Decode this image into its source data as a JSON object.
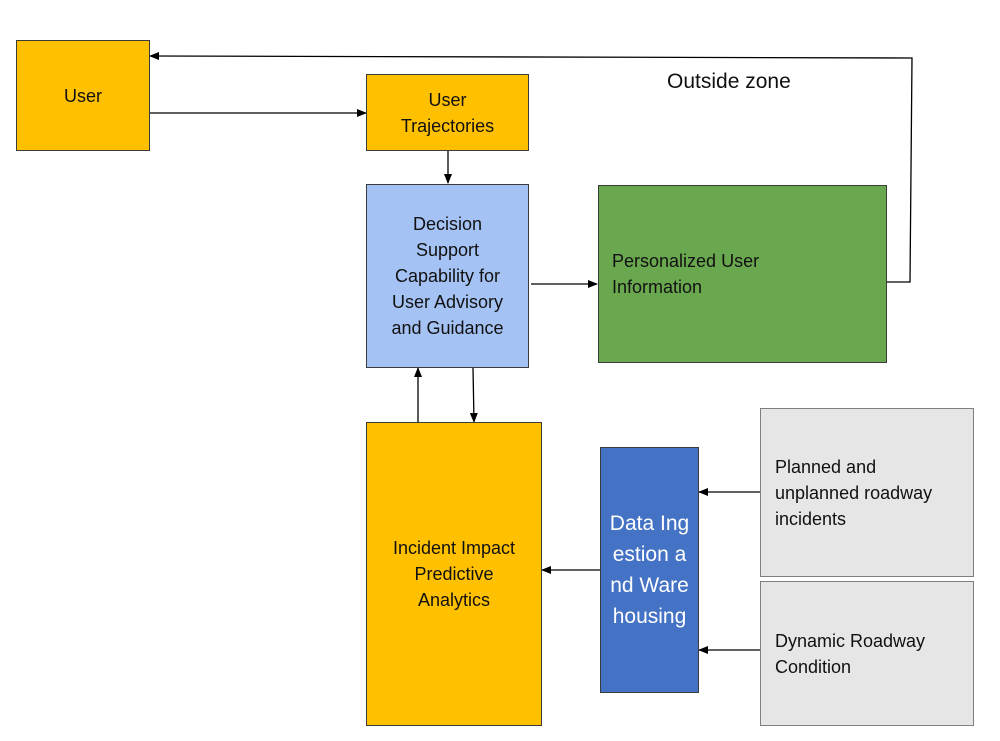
{
  "nodes": {
    "user": {
      "text": "User",
      "color": "#FFC000"
    },
    "user_trajectories": {
      "text": "User Trajectories",
      "color": "#FFC000"
    },
    "decision_support": {
      "text": "Decision Support Capability for User Advisory and Guidance",
      "color": "#A4C2F4"
    },
    "personalized_info": {
      "text": "Personalized User Information",
      "color": "#6AA84F"
    },
    "incident_impact": {
      "text": "Incident Impact Predictive Analytics",
      "color": "#FFC000"
    },
    "data_ingestion": {
      "text": "Data Ingestion and Warehousing",
      "color": "#4472C4"
    },
    "planned_incidents": {
      "text": "Planned and unplanned roadway incidents",
      "color": "#E7E6E6"
    },
    "dynamic_condition": {
      "text": "Dynamic Roadway Condition",
      "color": "#E7E6E6"
    }
  },
  "annotations": {
    "outside_zone": "Outside zone"
  }
}
